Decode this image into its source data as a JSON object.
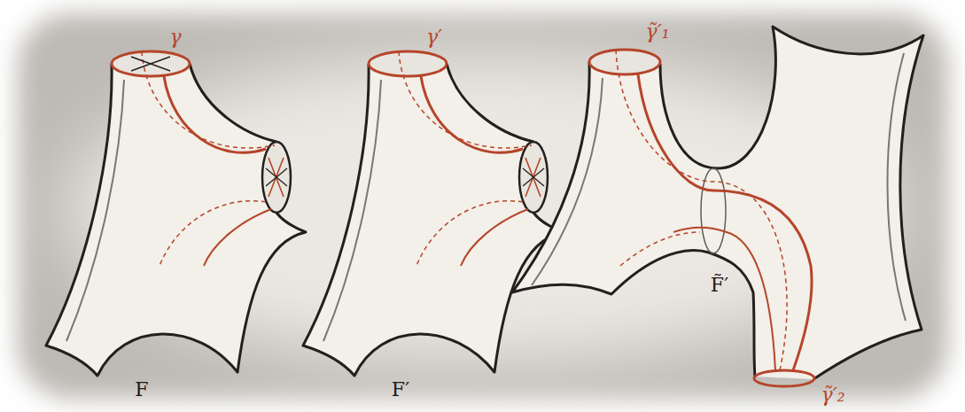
{
  "diagram": {
    "labels": [
      "γ",
      "γ′",
      "γ̃′₁",
      "F",
      "F′",
      "F̃′",
      "γ̃′₂"
    ]
  }
}
